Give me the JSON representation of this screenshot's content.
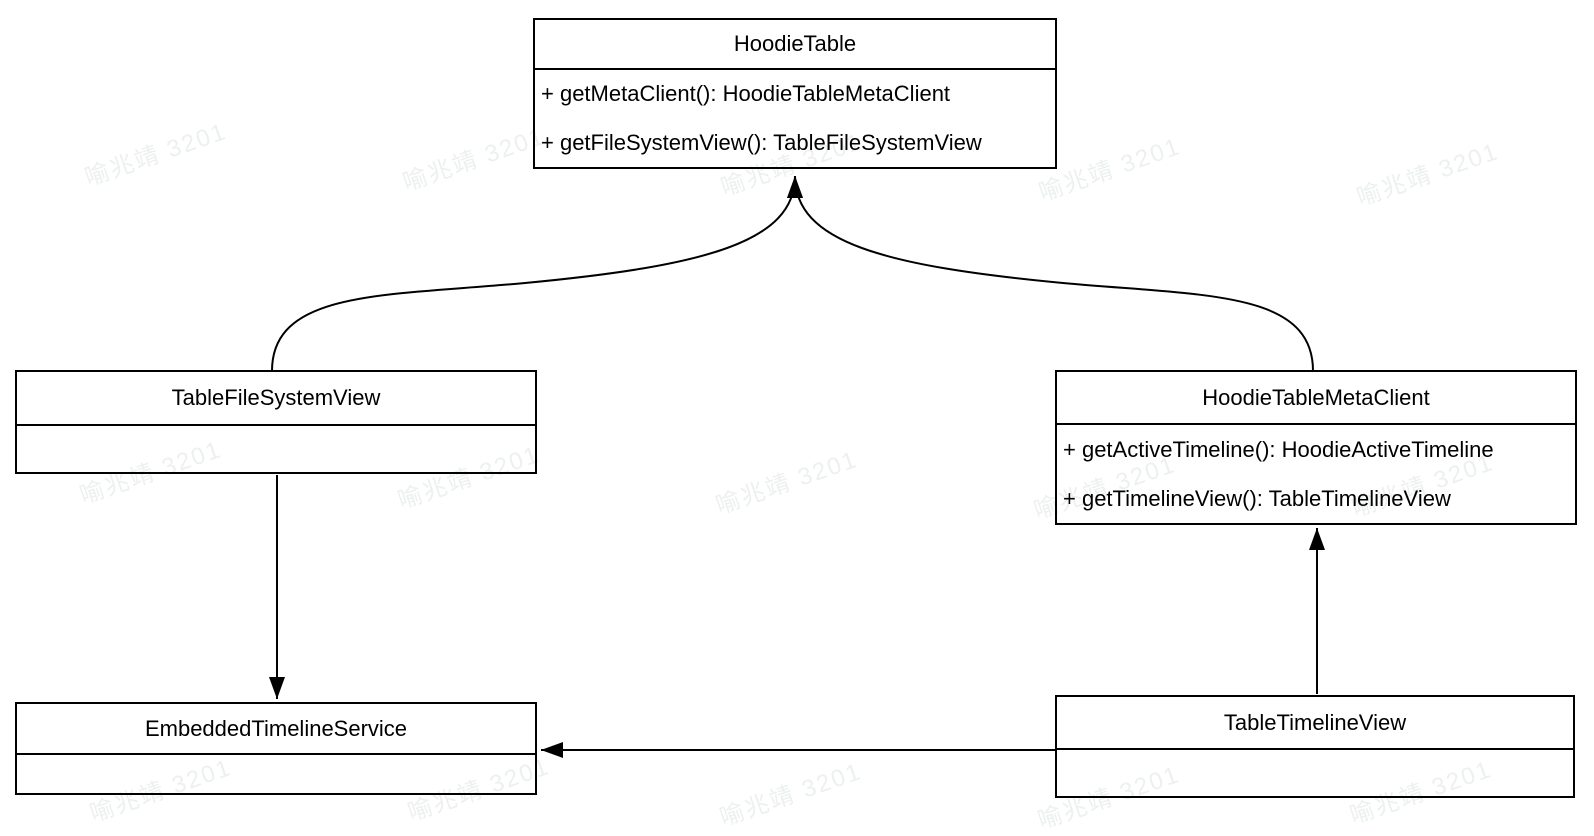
{
  "watermark": {
    "text": "喻兆靖 3201",
    "color": "#edf0f0"
  },
  "colors": {
    "background": "#ffffff",
    "stroke": "#000000"
  },
  "classes": {
    "hoodie_table": {
      "title": "HoodieTable",
      "methods": [
        "+ getMetaClient(): HoodieTableMetaClient",
        "+ getFileSystemView(): TableFileSystemView"
      ]
    },
    "table_file_system_view": {
      "title": "TableFileSystemView",
      "methods": []
    },
    "hoodie_table_meta_client": {
      "title": "HoodieTableMetaClient",
      "methods": [
        "+ getActiveTimeline(): HoodieActiveTimeline",
        "+ getTimelineView(): TableTimelineView"
      ]
    },
    "embedded_timeline_service": {
      "title": "EmbeddedTimelineService",
      "methods": []
    },
    "table_timeline_view": {
      "title": "TableTimelineView",
      "methods": []
    }
  },
  "relations": [
    {
      "from": "TableFileSystemView",
      "to": "HoodieTable",
      "style": "curved-filled-arrow"
    },
    {
      "from": "HoodieTableMetaClient",
      "to": "HoodieTable",
      "style": "curved-filled-arrow"
    },
    {
      "from": "TableFileSystemView",
      "to": "EmbeddedTimelineService",
      "style": "straight-filled-arrow"
    },
    {
      "from": "TableTimelineView",
      "to": "HoodieTableMetaClient",
      "style": "straight-filled-arrow"
    },
    {
      "from": "TableTimelineView",
      "to": "EmbeddedTimelineService",
      "style": "straight-filled-arrow"
    }
  ]
}
